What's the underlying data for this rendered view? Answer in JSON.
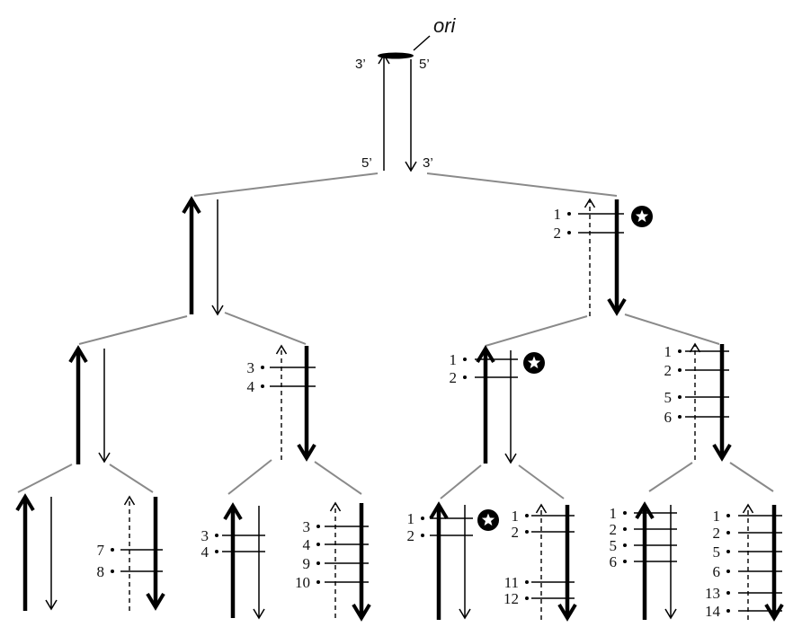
{
  "origin": {
    "label": "ori"
  },
  "ends": {
    "top_left": "3’",
    "top_right": "5’",
    "bottom_left": "5’",
    "bottom_right": "3’"
  },
  "colors": {
    "strand": "#000000",
    "branch": "#8a8a8a",
    "star_badge": "#000000"
  },
  "legend_icon": "star-in-black-circle-icon",
  "markers": {
    "r1": [
      "1",
      "2"
    ],
    "l2b": [
      "3",
      "4"
    ],
    "r2a": [
      "1",
      "2"
    ],
    "r2b": [
      "1",
      "2",
      "5",
      "6"
    ],
    "l3b": [
      "7",
      "8"
    ],
    "l3c": [
      "3",
      "4"
    ],
    "l3d": [
      "3",
      "4",
      "9",
      "10"
    ],
    "r3a": [
      "1",
      "2"
    ],
    "r3b": [
      "1",
      "2",
      "11",
      "12"
    ],
    "r3c": [
      "1",
      "2",
      "5",
      "6"
    ],
    "r3d": [
      "1",
      "2",
      "5",
      "6",
      "13",
      "14"
    ]
  }
}
